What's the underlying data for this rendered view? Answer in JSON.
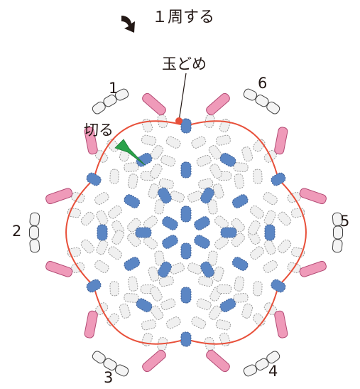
{
  "header": {
    "title": "１周する",
    "icon": "curved-arrow-down-right-icon"
  },
  "annotations": {
    "knot": "玉どめ",
    "cut": "切る"
  },
  "section_numbers": [
    "1",
    "2",
    "3",
    "4",
    "5",
    "6"
  ],
  "colors": {
    "blue_bead": "#5b86c4",
    "grey_bead": "#f0f0f0",
    "bead_outline": "#9a9a9a",
    "pink_bugle": "#ef9ab9",
    "bugle_outline": "#b34a74",
    "thread": "#e8503a",
    "knot": "#e8503a",
    "cut_marker": "#2aa24a",
    "text": "#231815"
  }
}
